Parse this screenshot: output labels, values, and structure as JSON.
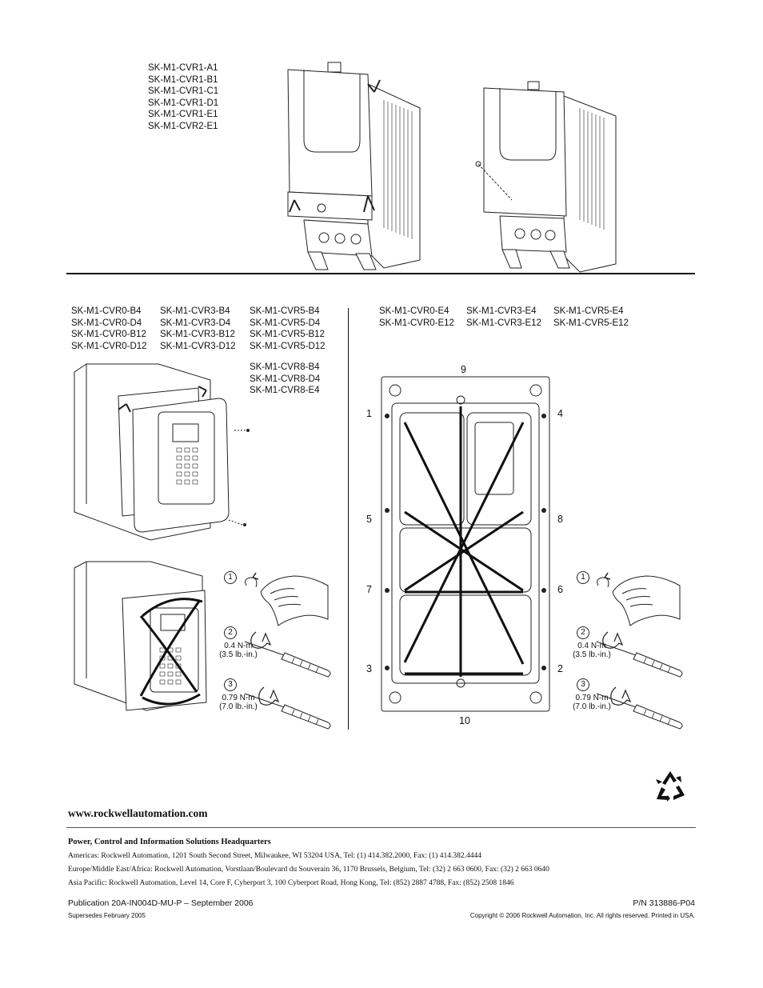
{
  "top_section": {
    "part_list": [
      "SK-M1-CVR1-A1",
      "SK-M1-CVR1-B1",
      "SK-M1-CVR1-C1",
      "SK-M1-CVR1-D1",
      "SK-M1-CVR1-E1",
      "SK-M1-CVR2-E1"
    ]
  },
  "left_section": {
    "col1": [
      "SK-M1-CVR0-B4",
      "SK-M1-CVR0-D4",
      "SK-M1-CVR0-B12",
      "SK-M1-CVR0-D12"
    ],
    "col2": [
      "SK-M1-CVR3-B4",
      "SK-M1-CVR3-D4",
      "SK-M1-CVR3-B12",
      "SK-M1-CVR3-D12"
    ],
    "col3": [
      "SK-M1-CVR5-B4",
      "SK-M1-CVR5-D4",
      "SK-M1-CVR5-B12",
      "SK-M1-CVR5-D12"
    ],
    "col4": [
      "SK-M1-CVR8-B4",
      "SK-M1-CVR8-D4",
      "SK-M1-CVR8-E4"
    ],
    "steps": [
      {
        "num": "1"
      },
      {
        "num": "2",
        "torque_nm": "0.4 N-m",
        "torque_lb": "(3.5 lb.-in.)"
      },
      {
        "num": "3",
        "torque_nm": "0.79 N-m",
        "torque_lb": "(7.0 lb.-in.)"
      }
    ]
  },
  "right_section": {
    "col1": [
      "SK-M1-CVR0-E4",
      "SK-M1-CVR0-E12"
    ],
    "col2": [
      "SK-M1-CVR3-E4",
      "SK-M1-CVR3-E12"
    ],
    "col3": [
      "SK-M1-CVR5-E4",
      "SK-M1-CVR5-E12"
    ],
    "sequence": {
      "n9": "9",
      "n1": "1",
      "n4": "4",
      "n5": "5",
      "n8": "8",
      "n7": "7",
      "n6": "6",
      "n3": "3",
      "n2": "2",
      "n10": "10"
    },
    "steps": [
      {
        "num": "1"
      },
      {
        "num": "2",
        "torque_nm": "0.4 N-m",
        "torque_lb": "(3.5 lb.-in.)"
      },
      {
        "num": "3",
        "torque_nm": "0.79 N-m",
        "torque_lb": "(7.0 lb.-in.)"
      }
    ]
  },
  "footer": {
    "website": "www.rockwellautomation.com",
    "hq_title": "Power, Control and Information Solutions Headquarters",
    "americas": "Americas: Rockwell Automation, 1201 South Second Street, Milwaukee, WI 53204 USA, Tel: (1) 414.382.2000, Fax: (1)  414.382.4444",
    "europe": "Europe/Middle East/Africa: Rockwell Automation, Vorstlaan/Boulevard du Souverain 36, 1170 Brussels, Belgium, Tel: (32) 2 663 0600, Fax: (32) 2 663 0640",
    "asia": "Asia Pacific: Rockwell Automation, Level 14, Core F, Cyberport 3, 100 Cyberport Road, Hong Kong, Tel: (852) 2887 4788, Fax: (852) 2508 1846",
    "publication": "Publication 20A-IN004D-MU-P – September 2006",
    "part_number": "P/N 313886-P04",
    "supersedes": "Supersedes February 2005",
    "copyright": "Copyright © 2006 Rockwell Automation, Inc. All rights reserved. Printed in USA."
  }
}
